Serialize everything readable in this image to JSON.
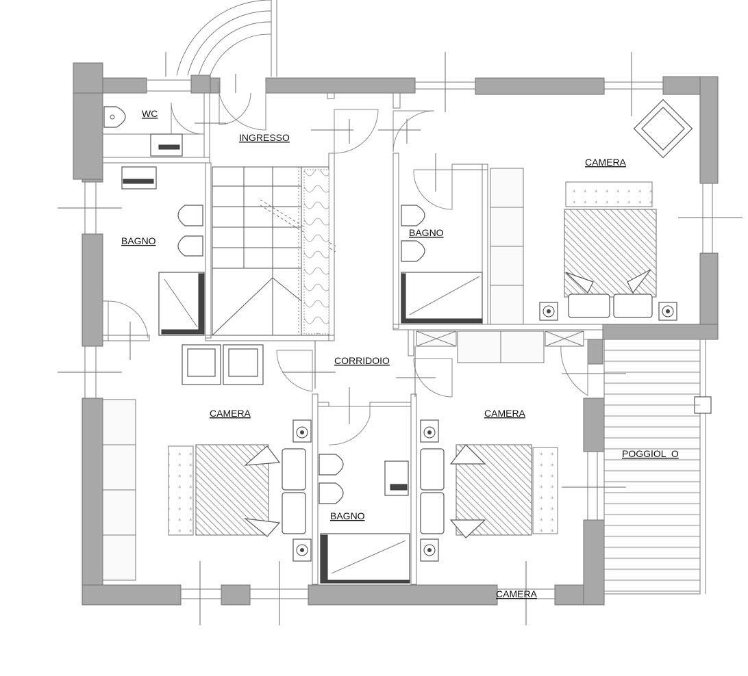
{
  "rooms": {
    "wc": "WC",
    "ingresso": "INGRESSO",
    "bagno_left": "BAGNO",
    "bagno_right": "BAGNO",
    "bagno_center": "BAGNO",
    "camera_top_right": "CAMERA",
    "corridoio": "CORRIDOIO",
    "camera_bottom_left": "CAMERA",
    "camera_bottom_center": "CAMERA",
    "camera_bottom_right": "CAMERA",
    "poggiolo": "POGGIOL  O"
  },
  "colors": {
    "wall": "#a8a8a8",
    "line": "#6a6a6a",
    "background": "#ffffff"
  }
}
